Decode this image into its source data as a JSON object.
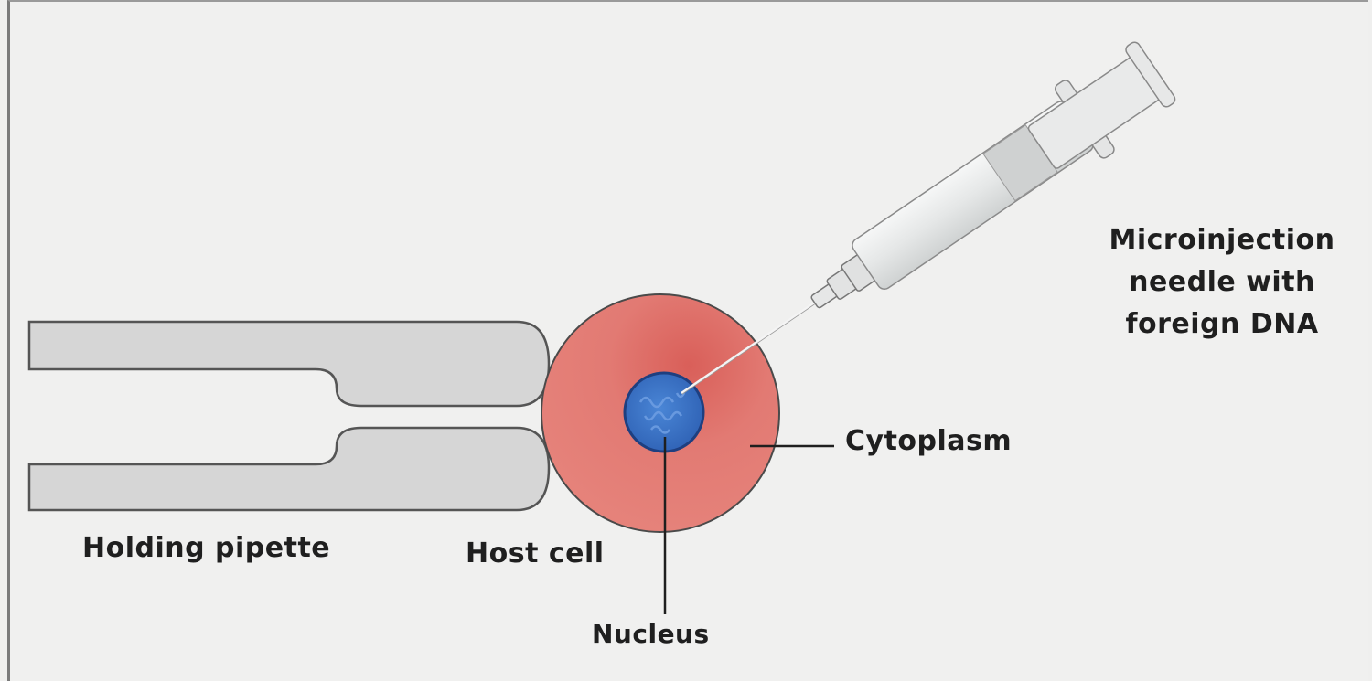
{
  "labels": {
    "needle_line1": "Microinjection",
    "needle_line2": "needle with",
    "needle_line3": "foreign DNA",
    "cytoplasm": "Cytoplasm",
    "holding_pipette": "Holding pipette",
    "host_cell": "Host cell",
    "nucleus": "Nucleus"
  },
  "colors": {
    "background": "#f0f0ef",
    "pipette_fill": "#d6d6d6",
    "cell_fill": "#e07a72",
    "nucleus_fill": "#3c6fc0",
    "syringe_fill": "#e4e6e6"
  }
}
